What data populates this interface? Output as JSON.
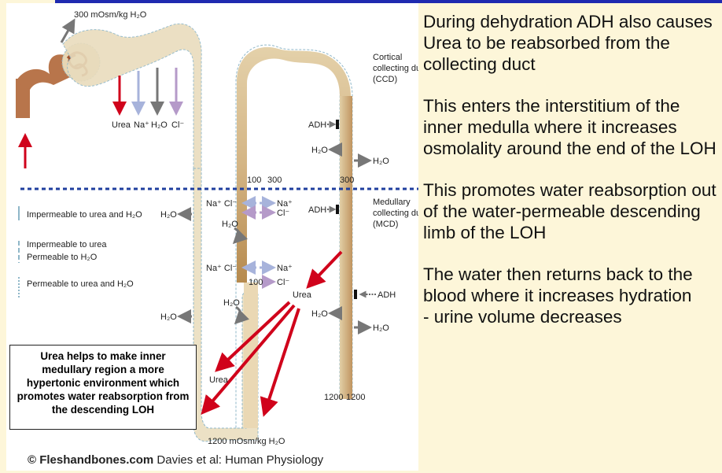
{
  "diagram": {
    "top_osm_label": "300 mOsm/kg H₂O",
    "bottom_osm_label": "1200 mOsm/kg H₂O",
    "cortical_label": [
      "Cortical",
      "collecting duct",
      "(CCD)"
    ],
    "medullary_label": [
      "Medullary",
      "collecting duct",
      "(MCD)"
    ],
    "ion_labels": {
      "urea": "Urea",
      "na": "Na⁺",
      "h2o": "H₂O",
      "cl": "Cl⁻"
    },
    "tubule_values": {
      "v100_upper": "100",
      "v300_upper": "300",
      "v300_duct": "300",
      "v100_lower": "100",
      "v1200_left": "1200",
      "v1200_right": "1200"
    },
    "adh_label": "ADH",
    "urea_label": "Urea",
    "nacl_label": "Na⁺ Cl⁻",
    "h2o_label": "H₂O",
    "na_label": "Na⁺",
    "cl_label": "Cl⁻",
    "legend": {
      "impermeable_both": "Impermeable to urea and H₂O",
      "impermeable_urea": "Impermeable to urea",
      "permeable_h2o": "Permeable to H₂O",
      "permeable_both": "Permeable to urea and H₂O"
    },
    "copyright_brand": "© Fleshandbones.com",
    "copyright_source": "Davies et al: Human Physiology"
  },
  "caption": "Urea helps to make inner medullary region a more hypertonic environment  which promotes water reabsorption from the descending LOH",
  "paragraphs": [
    "During dehydration ADH also causes Urea to be reabsorbed from the collecting duct",
    "This enters the interstitium of the inner medulla where it increases osmolality around the end of the LOH",
    "This promotes water reabsorption out of the water-permeable descending limb of the LOH",
    "The water then returns back to the blood where it increases hydration\n- urine volume decreases"
  ],
  "colors": {
    "tubule_light": "#e6d3ad",
    "tubule_dark": "#c9a571",
    "urea_red": "#d0021b",
    "divider_blue": "#1f3f9e",
    "na_arrow": "#a7b3db",
    "cl_arrow": "#b59ac9"
  }
}
